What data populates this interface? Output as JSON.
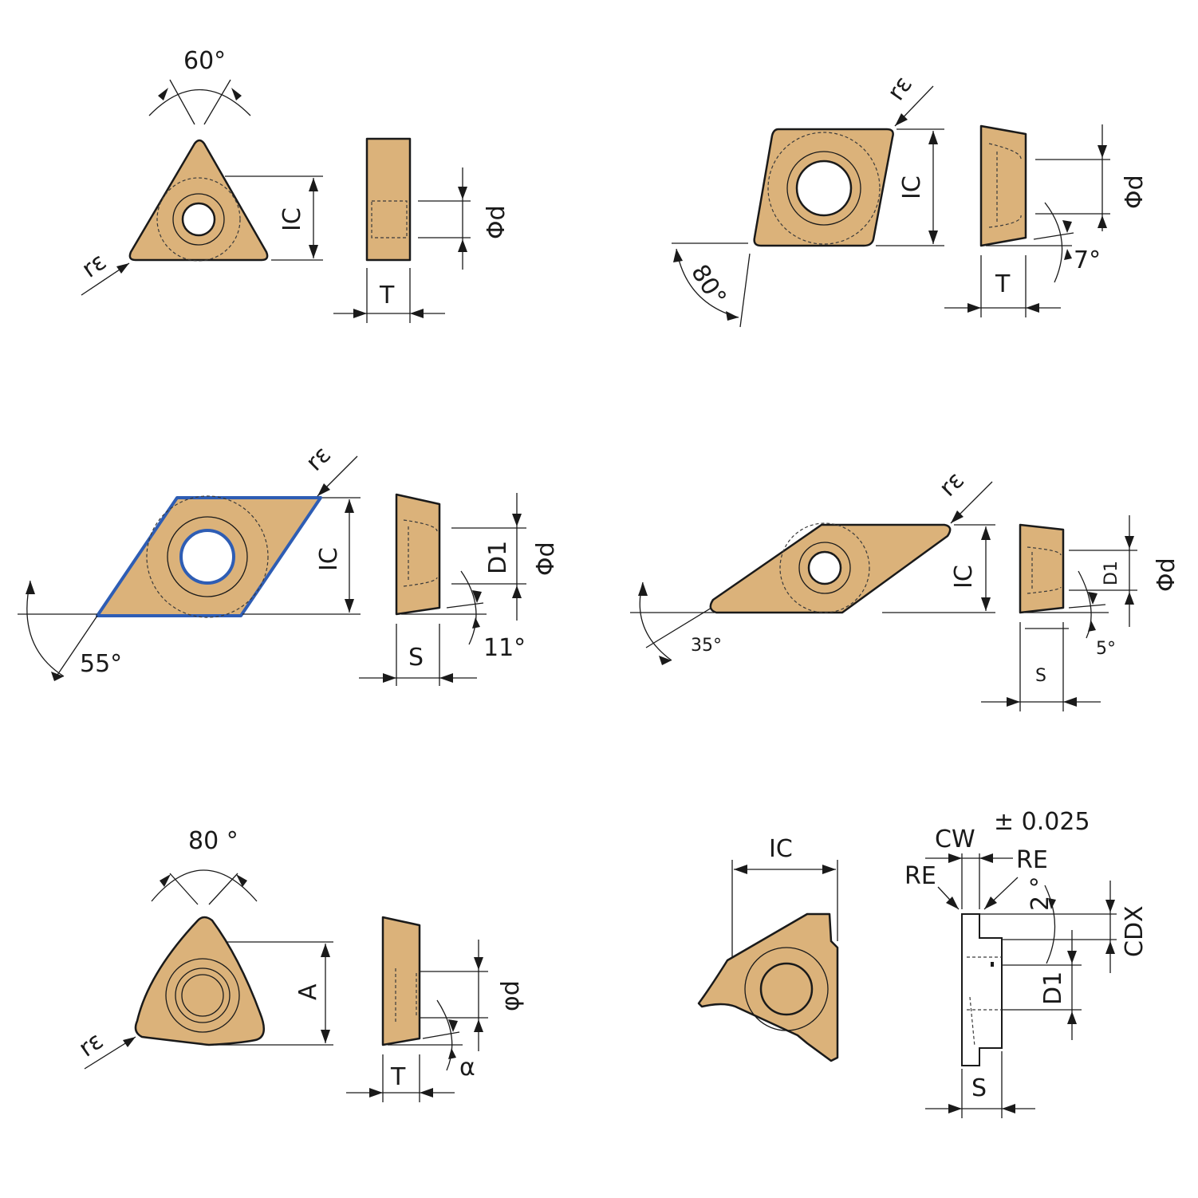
{
  "insert1": {
    "angle": "60°",
    "re": "rε",
    "ic": "IC",
    "d": "Φd",
    "t": "T"
  },
  "insert2": {
    "angle": "80°",
    "re": "rε",
    "ic": "IC",
    "d": "Φd",
    "t": "T",
    "clearance": "7°"
  },
  "insert3": {
    "angle": "55°",
    "re": "rε",
    "ic": "IC",
    "d1": "D1",
    "d": "Φd",
    "s": "S",
    "clearance": "11°",
    "outline_color": "#2e5db4"
  },
  "insert4": {
    "angle": "35°",
    "re": "rε",
    "ic": "IC",
    "d1": "D1",
    "d": "Φd",
    "s": "S",
    "clearance": "5°"
  },
  "insert5": {
    "angle": "80 °",
    "re": "rε",
    "a": "A",
    "d": "φd",
    "t": "T",
    "clearance": "α"
  },
  "insert6": {
    "ic": "IC",
    "cw": "CW",
    "tol": "± 0.025",
    "re_left": "RE",
    "re_right": "RE",
    "angle": "2 °",
    "cdx": "CDX",
    "d1": "D1",
    "s": "S"
  },
  "colors": {
    "insert_fill": "#dbb27a",
    "outline": "#1a1a1a"
  }
}
